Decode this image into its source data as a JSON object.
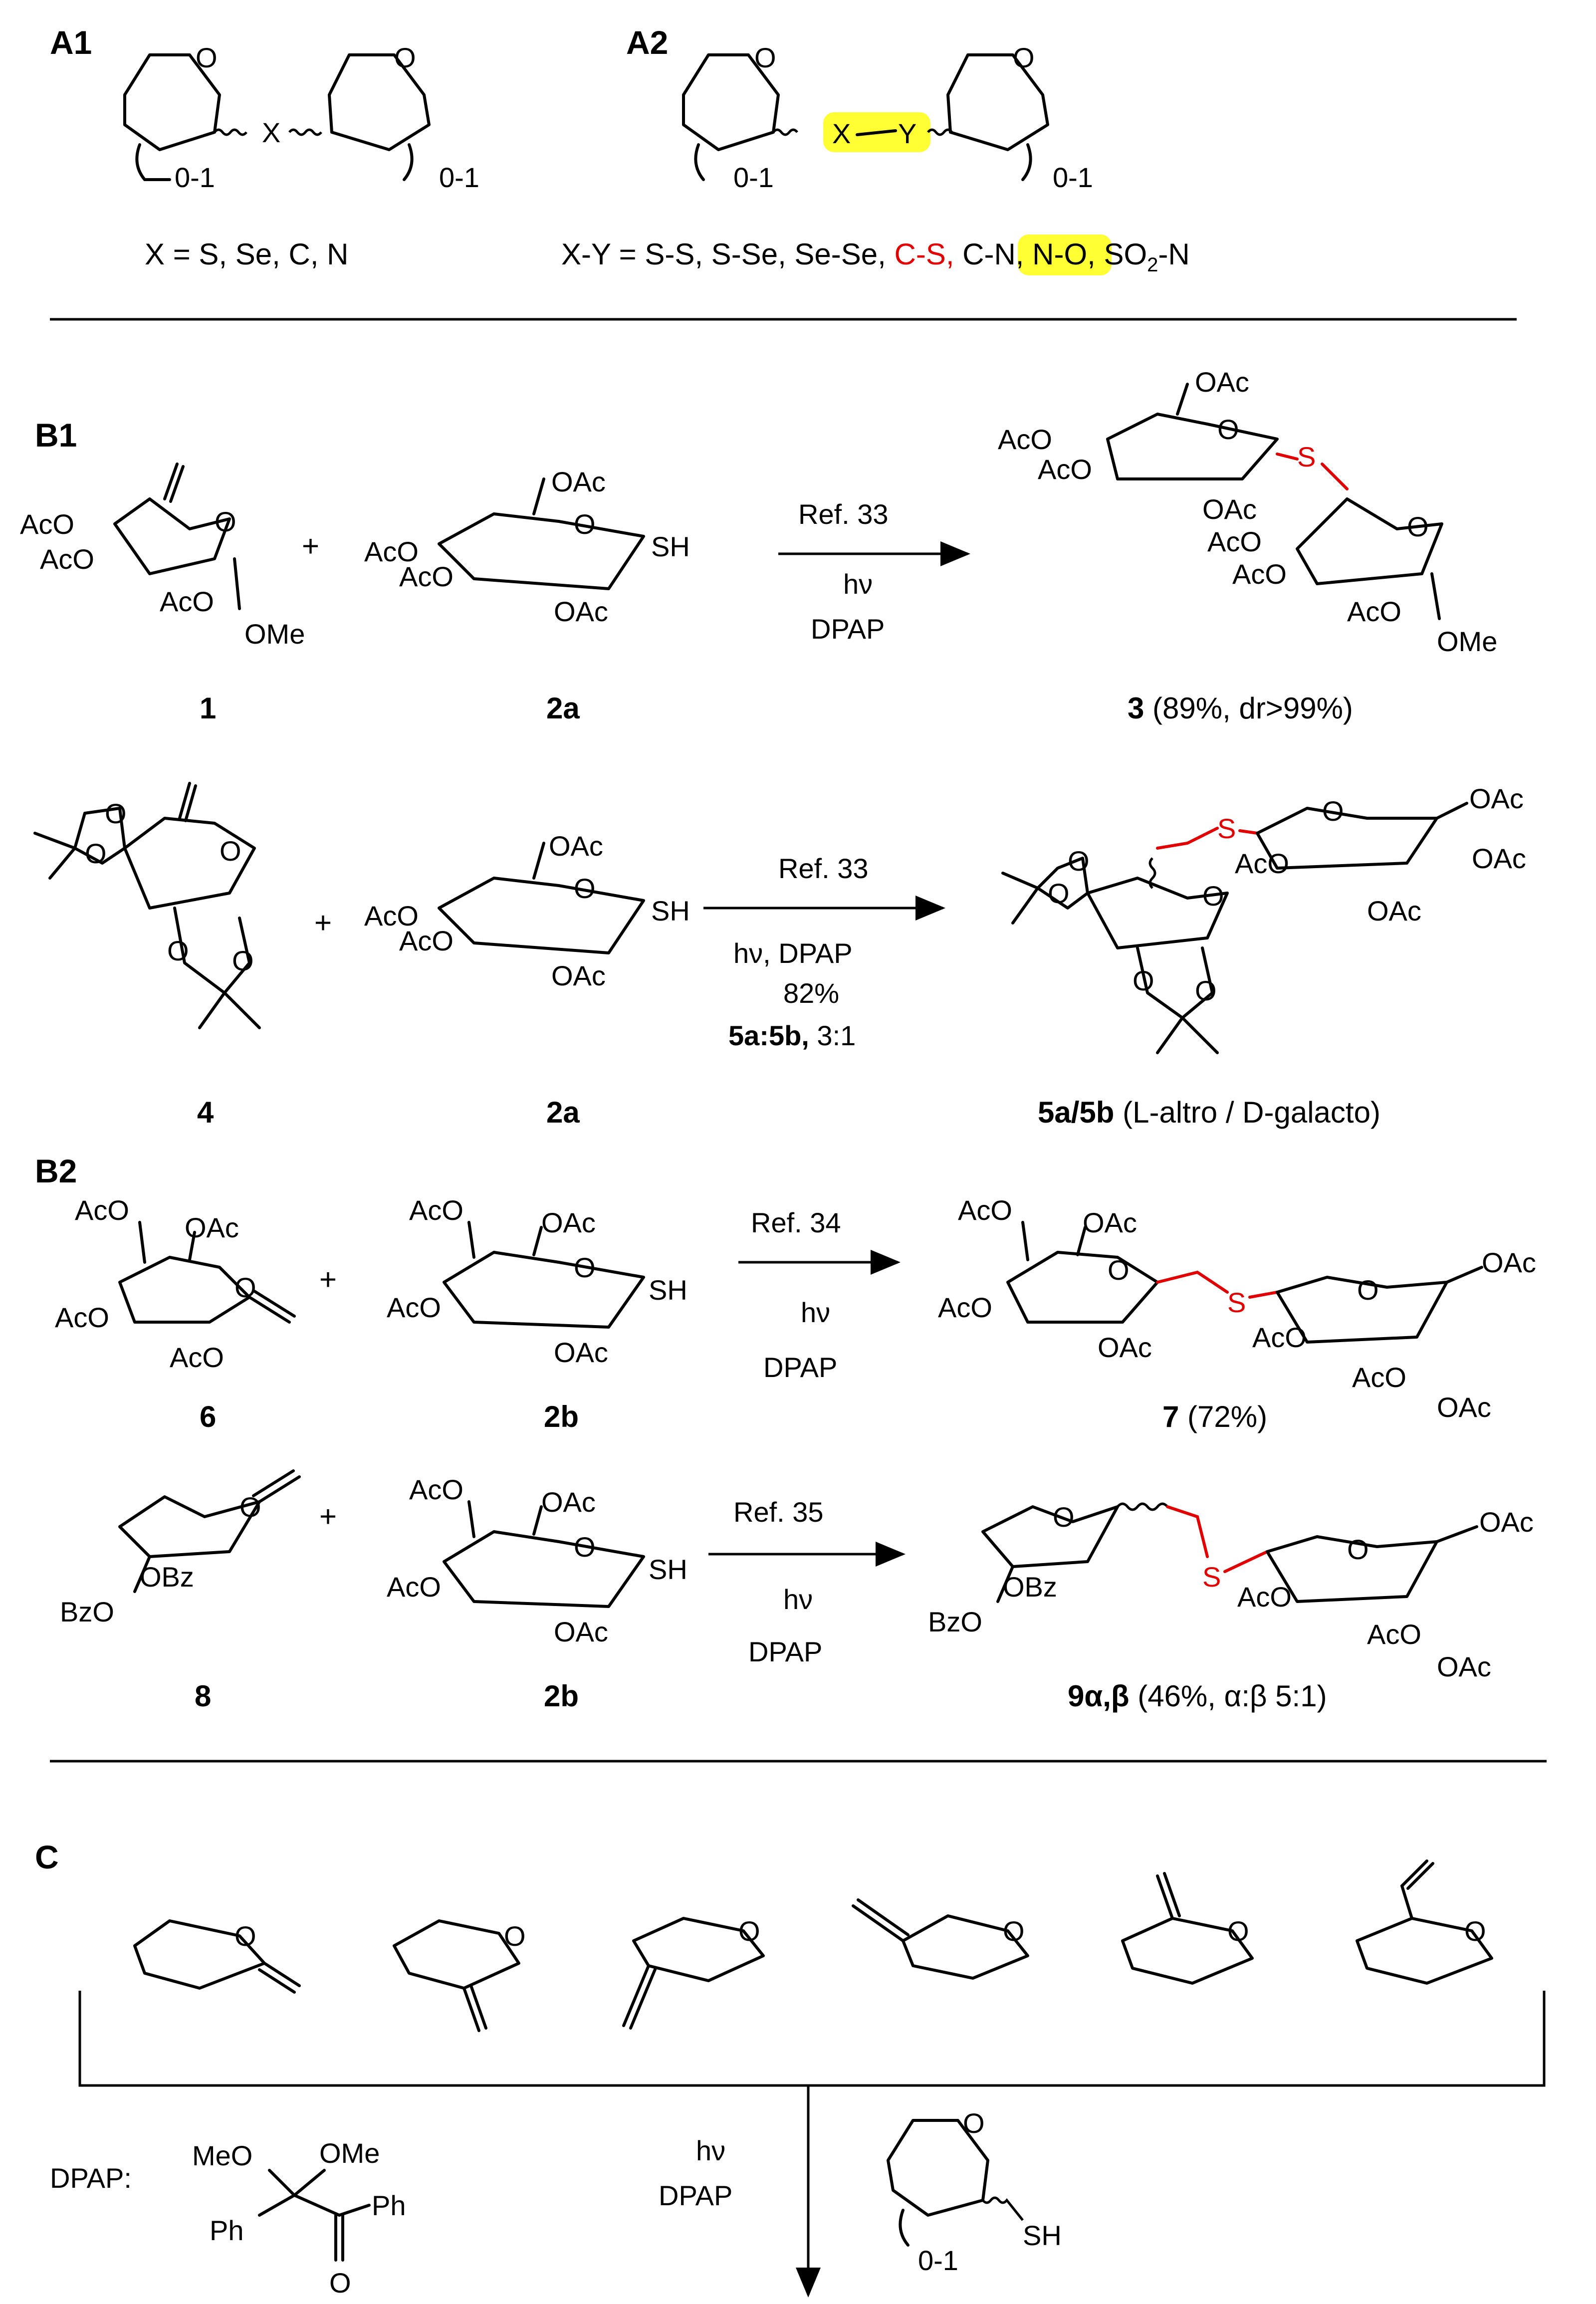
{
  "panels": {
    "a1": "A1",
    "a2": "A2",
    "b1": "B1",
    "b2": "B2",
    "c": "C"
  },
  "a1": {
    "ring_o": "O",
    "linker": "X",
    "subscript": "0-1",
    "caption": "X = S, Se, C, N"
  },
  "a2": {
    "ring_o": "O",
    "linker_x": "X",
    "linker_y": "Y",
    "subscript": "0-1",
    "caption_prefix": "X-Y = S-S, S-Se, Se-Se, ",
    "caption_highlight": "C-S,",
    "caption_suffix": " C-N, N-O, SO",
    "caption_sub": "2",
    "caption_end": "-N"
  },
  "groups": {
    "oac": "OAc",
    "aco": "AcO",
    "ome": "OMe",
    "sh": "SH",
    "s": "S",
    "o": "O",
    "obz": "OBz",
    "bzo": "BzO",
    "meo": "MeO",
    "ph": "Ph"
  },
  "conditions": {
    "ref33": "Ref. 33",
    "ref34": "Ref. 34",
    "ref35": "Ref. 35",
    "hv": "hν",
    "dpap": "DPAP",
    "hv_dpap": "hν,  DPAP",
    "yield_82": "82%",
    "ratio_bold": "5a:5b,",
    "ratio_rest": " 3:1"
  },
  "compounds": {
    "c1": "1",
    "c2a": "2a",
    "c2b": "2b",
    "c3_bold": "3",
    "c3_rest": " (89%, dr>99%)",
    "c4": "4",
    "c5_bold": "5a/5b",
    "c5_rest": " (L-altro / D-galacto)",
    "c6": "6",
    "c7_bold": "7",
    "c7_rest": " (72%)",
    "c8": "8",
    "c9_bold": "9α,β",
    "c9_rest": " (46%, α:β 5:1)"
  },
  "plus": "+",
  "dpap_label": "DPAP:",
  "thiol_subscript": "0-1"
}
